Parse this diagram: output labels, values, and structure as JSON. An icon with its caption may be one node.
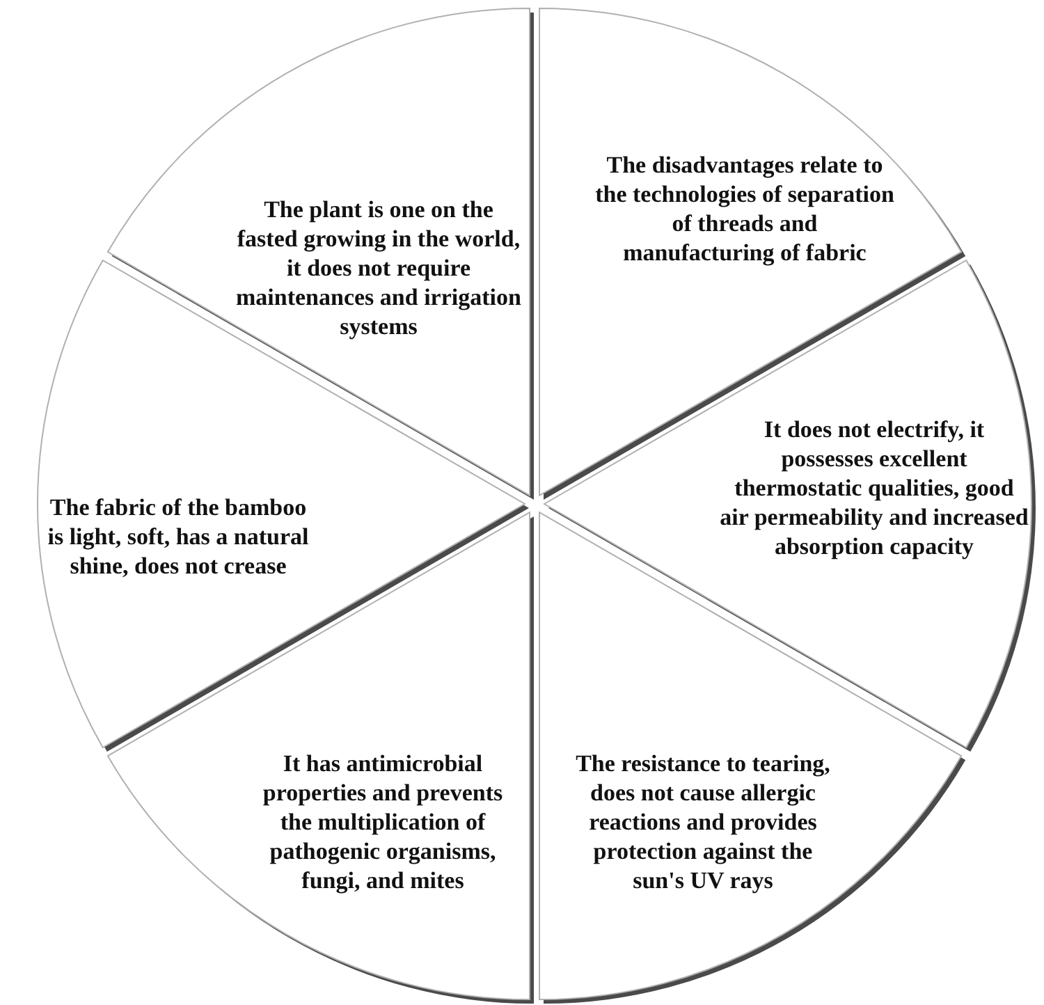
{
  "diagram": {
    "nodes": [
      {
        "text": [
          "The plant is one on the fasted growing in the world, it does not require maintenances and irrigation systems"
        ]
      },
      {
        "text": [
          "The disadvantages relate to the technologies of separation of threads and manufacturing of fabric"
        ]
      },
      {
        "text": [
          "It does not electrify, it possesses excellent thermostatic qualities, good air permeability and increased absorption capacity"
        ]
      },
      {
        "text": [
          "The resistance to tearing, does not cause allergic reactions and provides protection against the sun's UV rays"
        ]
      },
      {
        "text": [
          "It has antimicrobial properties and prevents the multiplication of pathogenic organisms, fungi, and mites"
        ]
      },
      {
        "text": [
          "The fabric of the bamboo is light, soft, has a natural shine, does not crease"
        ]
      }
    ]
  }
}
